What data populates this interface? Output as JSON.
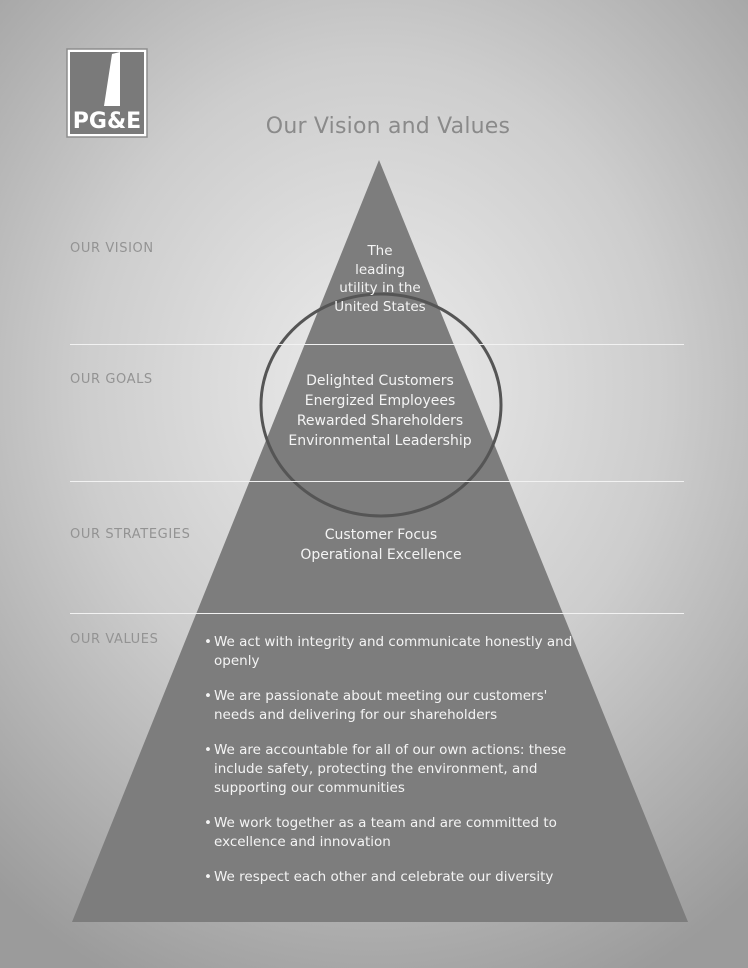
{
  "logo": {
    "text": "PG&E"
  },
  "title": "Our Vision and Values",
  "sections": {
    "vision": "OUR VISION",
    "goals": "OUR GOALS",
    "strategies": "OUR STRATEGIES",
    "values": "OUR VALUES"
  },
  "vision_lines": [
    "The",
    "leading",
    "utility in the",
    "United States"
  ],
  "goals": [
    "Delighted Customers",
    "Energized Employees",
    "Rewarded Shareholders",
    "Environmental Leadership"
  ],
  "strategies": [
    "Customer Focus",
    "Operational Excellence"
  ],
  "values": [
    {
      "bullet": "•",
      "text": "We act with integrity and communicate honestly and openly"
    },
    {
      "bullet": "•",
      "text": "We are passionate about meeting our customers' needs and delivering for our shareholders"
    },
    {
      "bullet": "•",
      "text": "We are accountable for all of our own actions: these include safety, protecting the environment, and supporting our communities"
    },
    {
      "bullet": "•",
      "text": "We work together as a team and are committed to excellence and innovation"
    },
    {
      "bullet": "•",
      "text": "We respect each other and celebrate our diversity"
    }
  ],
  "colors": {
    "pyramid": "#7d7d7d",
    "text_on_pyramid": "#f4f4f4",
    "label_gray": "#939393",
    "circle_stroke": "#555555"
  }
}
